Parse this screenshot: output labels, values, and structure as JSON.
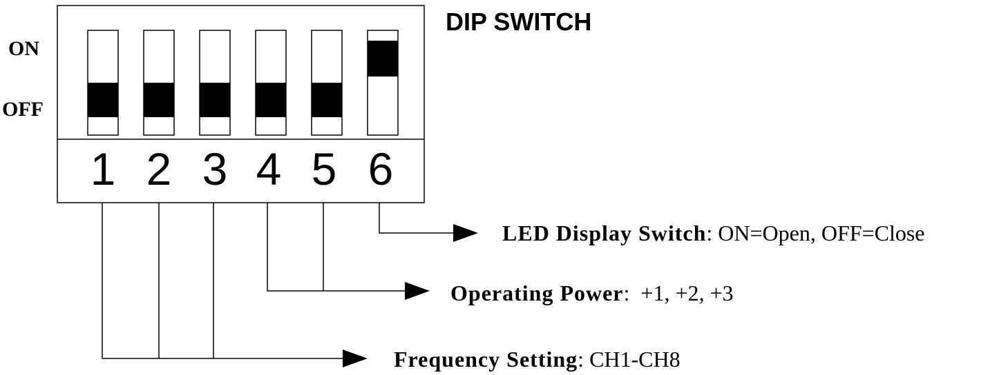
{
  "title": "DIP SWITCH",
  "labels": {
    "on": "ON",
    "off": "OFF"
  },
  "switches": [
    {
      "number": "1",
      "state": "OFF"
    },
    {
      "number": "2",
      "state": "OFF"
    },
    {
      "number": "3",
      "state": "OFF"
    },
    {
      "number": "4",
      "state": "OFF"
    },
    {
      "number": "5",
      "state": "OFF"
    },
    {
      "number": "6",
      "state": "ON"
    }
  ],
  "callouts": {
    "led": {
      "name": "LED Display Switch",
      "desc": ": ON=Open, OFF=Close"
    },
    "power": {
      "name": "Operating Power",
      "desc": ":  +1, +2, +3"
    },
    "frequency": {
      "name": "Frequency Setting",
      "desc": ": CH1-CH8"
    }
  },
  "colors": {
    "line": "#000000",
    "background": "#ffffff"
  }
}
